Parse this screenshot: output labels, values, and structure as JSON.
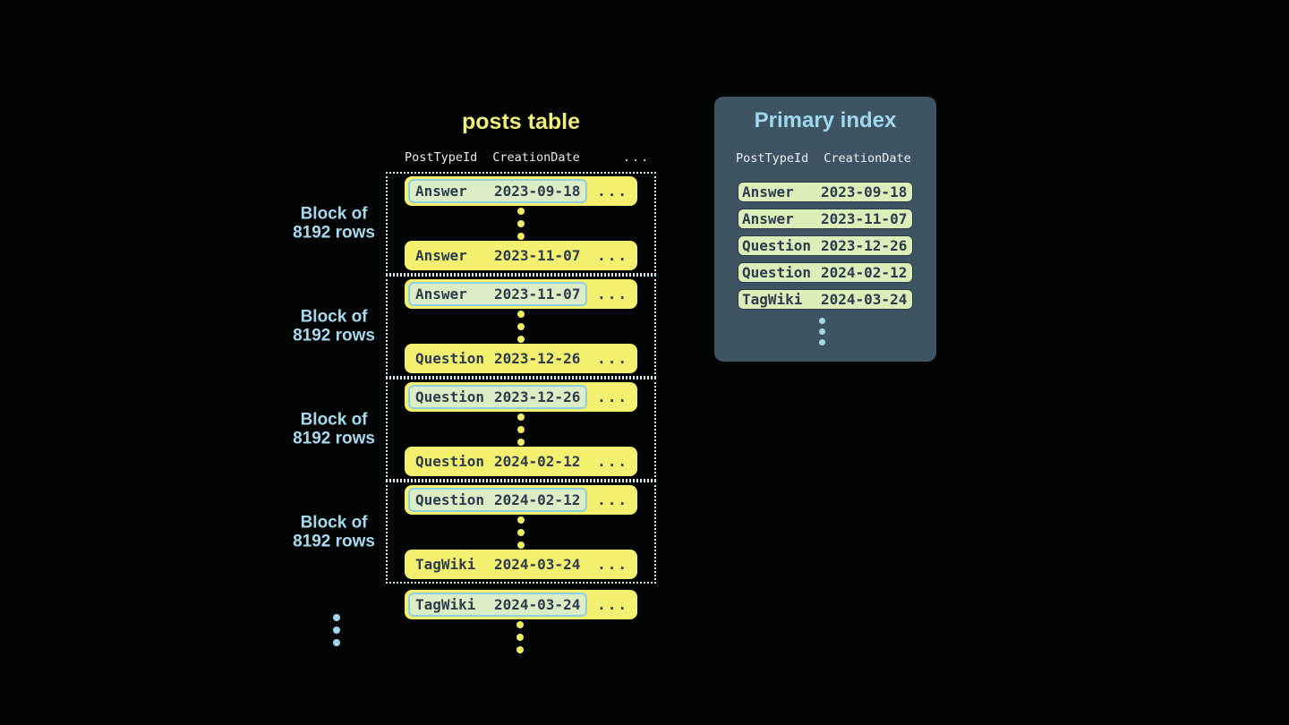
{
  "colors": {
    "background": "#030404",
    "row_yellow": "#f4f06f",
    "title_yellow": "#f2ee7a",
    "text_navy": "#2d3c4e",
    "highlight_green": "#dcedc6",
    "highlight_border_blue": "#8ed0e3",
    "index_panel_bg": "#3f5463",
    "index_row_bg": "#dbedb8",
    "light_blue_text": "#a7d9ee",
    "header_text": "#e8ebeb",
    "dotted_border": "#d5ecf4",
    "yellow_dot": "#f0ec66",
    "blue_dot": "#a3d6ea"
  },
  "posts_table": {
    "title": "posts table",
    "columns": [
      "PostTypeId",
      "CreationDate"
    ],
    "ellipsis": "...",
    "blocks": [
      {
        "label": [
          "Block of",
          "8192 rows"
        ],
        "first_row": {
          "post_type": "Answer",
          "creation_date": "2023-09-18"
        },
        "last_row": {
          "post_type": "Answer",
          "creation_date": "2023-11-07"
        }
      },
      {
        "label": [
          "Block of",
          "8192 rows"
        ],
        "first_row": {
          "post_type": "Answer",
          "creation_date": "2023-11-07"
        },
        "last_row": {
          "post_type": "Question",
          "creation_date": "2023-12-26"
        }
      },
      {
        "label": [
          "Block of",
          "8192 rows"
        ],
        "first_row": {
          "post_type": "Question",
          "creation_date": "2023-12-26"
        },
        "last_row": {
          "post_type": "Question",
          "creation_date": "2024-02-12"
        }
      },
      {
        "label": [
          "Block of",
          "8192 rows"
        ],
        "first_row": {
          "post_type": "Question",
          "creation_date": "2024-02-12"
        },
        "last_row": {
          "post_type": "TagWiki",
          "creation_date": "2024-03-24"
        }
      }
    ],
    "overflow_row": {
      "post_type": "TagWiki",
      "creation_date": "2024-03-24"
    }
  },
  "primary_index": {
    "title": "Primary index",
    "columns": [
      "PostTypeId",
      "CreationDate"
    ],
    "rows": [
      {
        "post_type": "Answer",
        "creation_date": "2023-09-18"
      },
      {
        "post_type": "Answer",
        "creation_date": "2023-11-07"
      },
      {
        "post_type": "Question",
        "creation_date": "2023-12-26"
      },
      {
        "post_type": "Question",
        "creation_date": "2024-02-12"
      },
      {
        "post_type": "TagWiki",
        "creation_date": "2024-03-24"
      }
    ]
  }
}
